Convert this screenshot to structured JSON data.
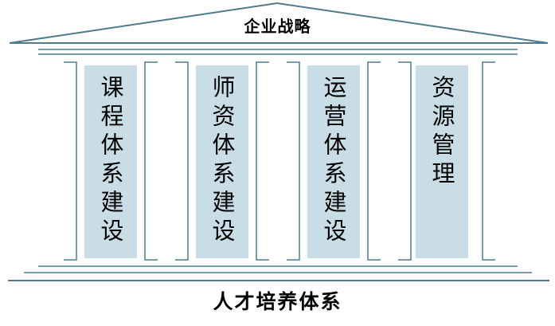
{
  "roof": {
    "label": "企业战略"
  },
  "pillars": [
    {
      "label": "课程体系建设"
    },
    {
      "label": "师资体系建设"
    },
    {
      "label": "运营体系建设"
    },
    {
      "label": "资源管理"
    }
  ],
  "base": {
    "label": "人才培养体系"
  },
  "colors": {
    "line": "#4e7a8c",
    "pillar_fill": "#c8dde6"
  }
}
